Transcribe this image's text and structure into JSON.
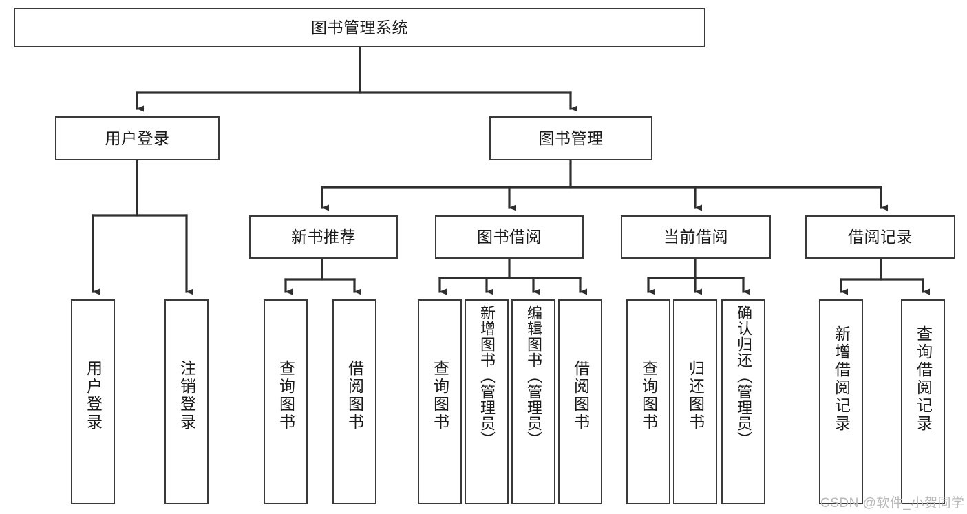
{
  "diagram": {
    "title": "图书管理系统",
    "type": "tree-hierarchy",
    "root": {
      "label": "图书管理系统"
    },
    "level2": [
      {
        "label": "用户登录"
      },
      {
        "label": "图书管理"
      }
    ],
    "level3": [
      {
        "label": "新书推荐"
      },
      {
        "label": "图书借阅"
      },
      {
        "label": "当前借阅"
      },
      {
        "label": "借阅记录"
      }
    ],
    "leaves_user_login": [
      {
        "label": "用户登录"
      },
      {
        "label": "注销登录"
      }
    ],
    "leaves_new_book": [
      {
        "label": "查询图书"
      },
      {
        "label": "借阅图书"
      }
    ],
    "leaves_book_borrow": [
      {
        "label": "查询图书"
      },
      {
        "label": "新增图书（管理员）"
      },
      {
        "label": "编辑图书（管理员）"
      },
      {
        "label": "借阅图书"
      }
    ],
    "leaves_current_borrow": [
      {
        "label": "查询图书"
      },
      {
        "label": "归还图书"
      },
      {
        "label": "确认归还（管理员）"
      }
    ],
    "leaves_borrow_record": [
      {
        "label": "新增借阅记录"
      },
      {
        "label": "查询借阅记录"
      }
    ]
  },
  "watermark": {
    "text": "CSDN @软件_小贺同学"
  },
  "colors": {
    "stroke": "#3a3a3a",
    "fill": "#ffffff",
    "text": "#1b1b1b",
    "watermark": "#b9b9b9"
  }
}
